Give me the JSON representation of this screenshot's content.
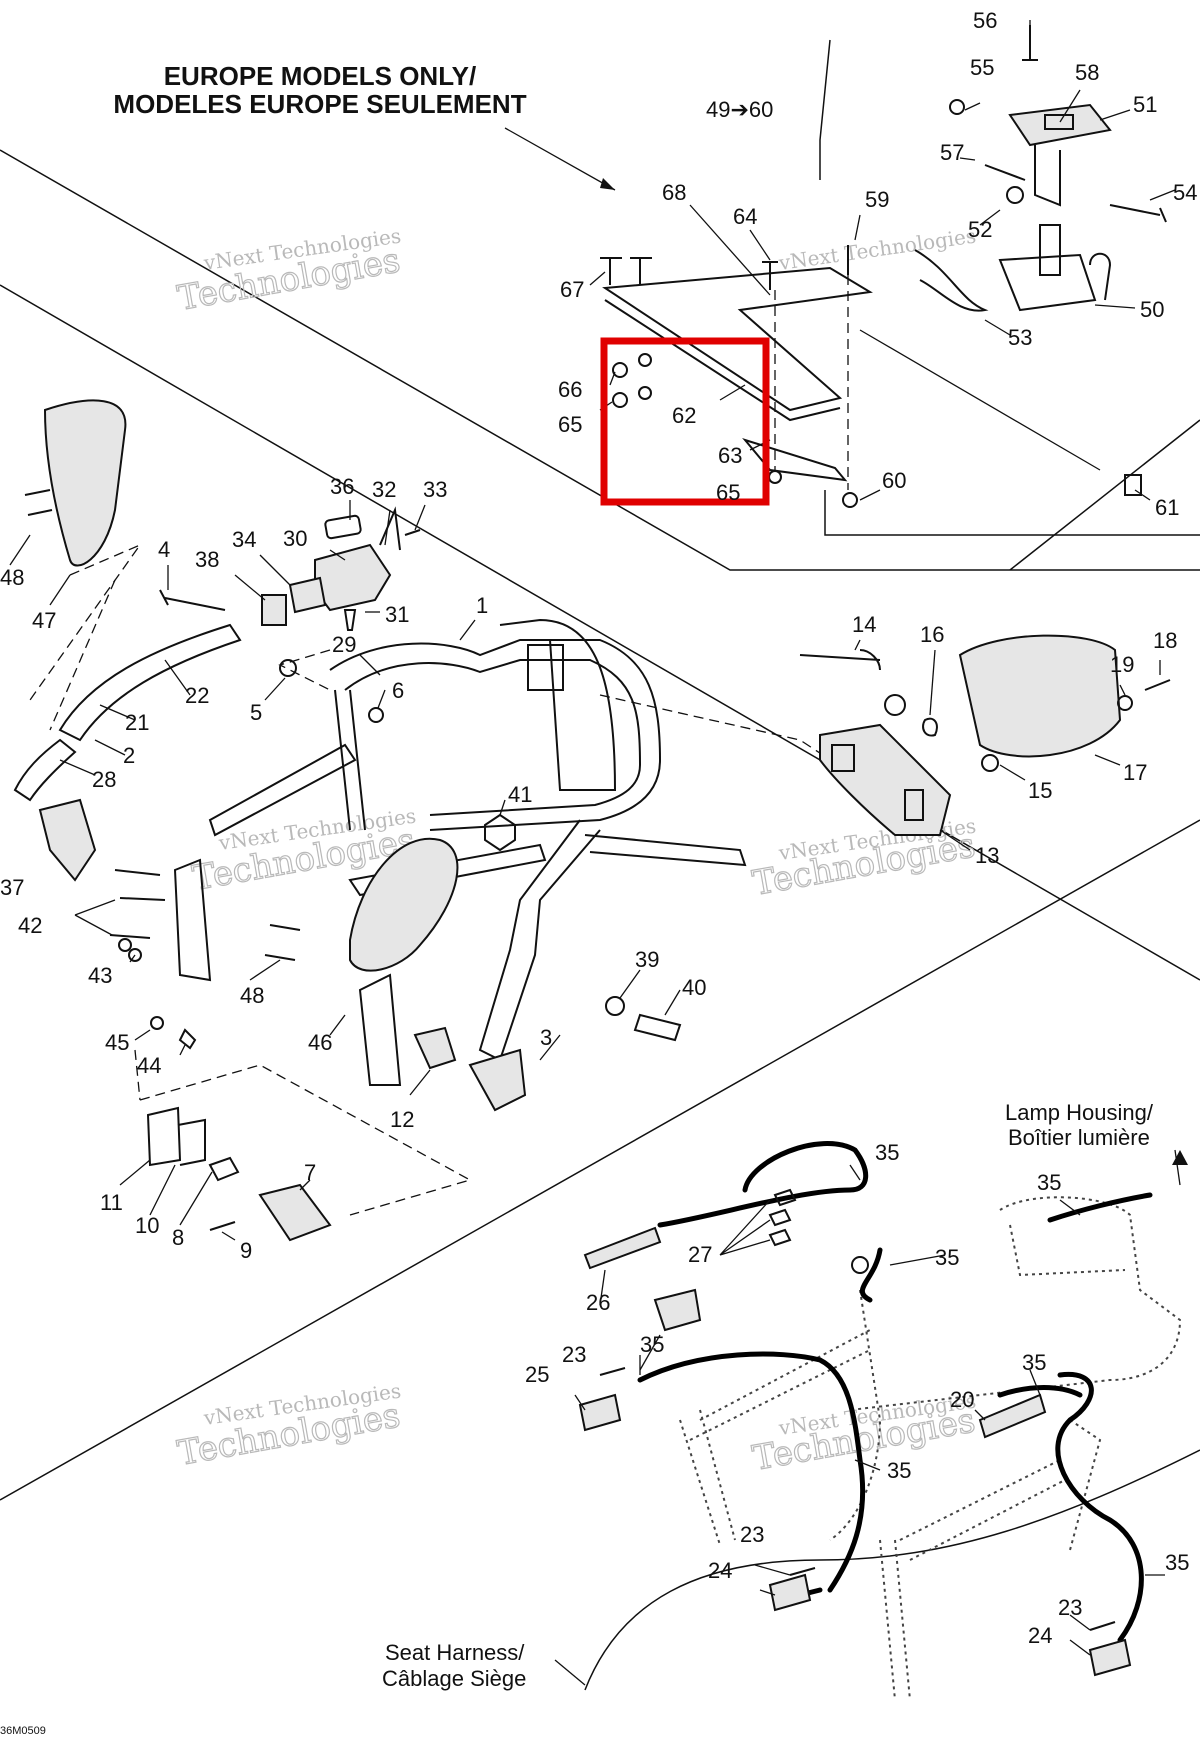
{
  "heading": {
    "line1": "EUROPE MODELS ONLY/",
    "line2": "MODELES EUROPE SEULEMENT"
  },
  "group_label": "49➔60",
  "watermark": {
    "small": "vNext Technologies",
    "big": "Technologies",
    "faint": "vNext"
  },
  "callouts": {
    "lamp_housing_en": "Lamp Housing/",
    "lamp_housing_fr": "Boîtier lumière",
    "seat_harness_en": "Seat Harness/",
    "seat_harness_fr": "Câblage Siège"
  },
  "figure_code": "36M0509",
  "highlight_color": "#e00000",
  "parts": [
    {
      "id": "56",
      "label": "56"
    },
    {
      "id": "55",
      "label": "55"
    },
    {
      "id": "58",
      "label": "58"
    },
    {
      "id": "51",
      "label": "51"
    },
    {
      "id": "57",
      "label": "57"
    },
    {
      "id": "54",
      "label": "54"
    },
    {
      "id": "52",
      "label": "52"
    },
    {
      "id": "59",
      "label": "59"
    },
    {
      "id": "64",
      "label": "64"
    },
    {
      "id": "68",
      "label": "68"
    },
    {
      "id": "67",
      "label": "67"
    },
    {
      "id": "50",
      "label": "50"
    },
    {
      "id": "53",
      "label": "53"
    },
    {
      "id": "66",
      "label": "66"
    },
    {
      "id": "65",
      "label": "65"
    },
    {
      "id": "62",
      "label": "62"
    },
    {
      "id": "63",
      "label": "63"
    },
    {
      "id": "65b",
      "label": "65"
    },
    {
      "id": "60",
      "label": "60"
    },
    {
      "id": "61",
      "label": "61"
    },
    {
      "id": "36",
      "label": "36"
    },
    {
      "id": "32",
      "label": "32"
    },
    {
      "id": "33",
      "label": "33"
    },
    {
      "id": "34",
      "label": "34"
    },
    {
      "id": "30",
      "label": "30"
    },
    {
      "id": "38",
      "label": "38"
    },
    {
      "id": "31",
      "label": "31"
    },
    {
      "id": "4",
      "label": "4"
    },
    {
      "id": "48",
      "label": "48"
    },
    {
      "id": "47",
      "label": "47"
    },
    {
      "id": "1",
      "label": "1"
    },
    {
      "id": "29",
      "label": "29"
    },
    {
      "id": "22",
      "label": "22"
    },
    {
      "id": "5",
      "label": "5"
    },
    {
      "id": "6",
      "label": "6"
    },
    {
      "id": "21",
      "label": "21"
    },
    {
      "id": "2",
      "label": "2"
    },
    {
      "id": "28",
      "label": "28"
    },
    {
      "id": "14",
      "label": "14"
    },
    {
      "id": "16",
      "label": "16"
    },
    {
      "id": "19",
      "label": "19"
    },
    {
      "id": "18",
      "label": "18"
    },
    {
      "id": "17",
      "label": "17"
    },
    {
      "id": "15",
      "label": "15"
    },
    {
      "id": "13",
      "label": "13"
    },
    {
      "id": "41",
      "label": "41"
    },
    {
      "id": "37",
      "label": "37"
    },
    {
      "id": "42",
      "label": "42"
    },
    {
      "id": "43",
      "label": "43"
    },
    {
      "id": "48b",
      "label": "48"
    },
    {
      "id": "39",
      "label": "39"
    },
    {
      "id": "40",
      "label": "40"
    },
    {
      "id": "46",
      "label": "46"
    },
    {
      "id": "3",
      "label": "3"
    },
    {
      "id": "45",
      "label": "45"
    },
    {
      "id": "44",
      "label": "44"
    },
    {
      "id": "12",
      "label": "12"
    },
    {
      "id": "7",
      "label": "7"
    },
    {
      "id": "11",
      "label": "11"
    },
    {
      "id": "10",
      "label": "10"
    },
    {
      "id": "8",
      "label": "8"
    },
    {
      "id": "9",
      "label": "9"
    },
    {
      "id": "35a",
      "label": "35"
    },
    {
      "id": "35b",
      "label": "35"
    },
    {
      "id": "35c",
      "label": "35"
    },
    {
      "id": "27",
      "label": "27"
    },
    {
      "id": "26",
      "label": "26"
    },
    {
      "id": "23a",
      "label": "23"
    },
    {
      "id": "35d",
      "label": "35"
    },
    {
      "id": "25",
      "label": "25"
    },
    {
      "id": "35e",
      "label": "35"
    },
    {
      "id": "20",
      "label": "20"
    },
    {
      "id": "35f",
      "label": "35"
    },
    {
      "id": "23b",
      "label": "23"
    },
    {
      "id": "24a",
      "label": "24"
    },
    {
      "id": "35g",
      "label": "35"
    },
    {
      "id": "23c",
      "label": "23"
    },
    {
      "id": "24b",
      "label": "24"
    }
  ]
}
